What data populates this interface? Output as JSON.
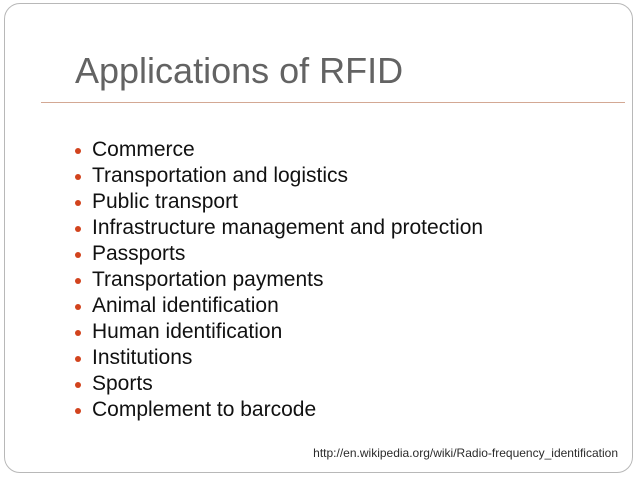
{
  "slide": {
    "title": "Applications of RFID",
    "colors": {
      "title_text": "#636363",
      "rule": "#d3a894",
      "bullet": "#d2431d",
      "body_text": "#111111",
      "border": "#b8b8b8",
      "background": "#ffffff"
    },
    "bullets": [
      {
        "label": "Commerce"
      },
      {
        "label": "Transportation and logistics"
      },
      {
        "label": "Public transport"
      },
      {
        "label": "Infrastructure management and protection"
      },
      {
        "label": "Passports"
      },
      {
        "label": "Transportation payments"
      },
      {
        "label": "Animal identification"
      },
      {
        "label": "Human identification"
      },
      {
        "label": "Institutions"
      },
      {
        "label": "Sports"
      },
      {
        "label": "Complement to barcode"
      }
    ],
    "footer": {
      "url": "http://en.wikipedia.org/wiki/Radio-frequency_identification"
    }
  }
}
